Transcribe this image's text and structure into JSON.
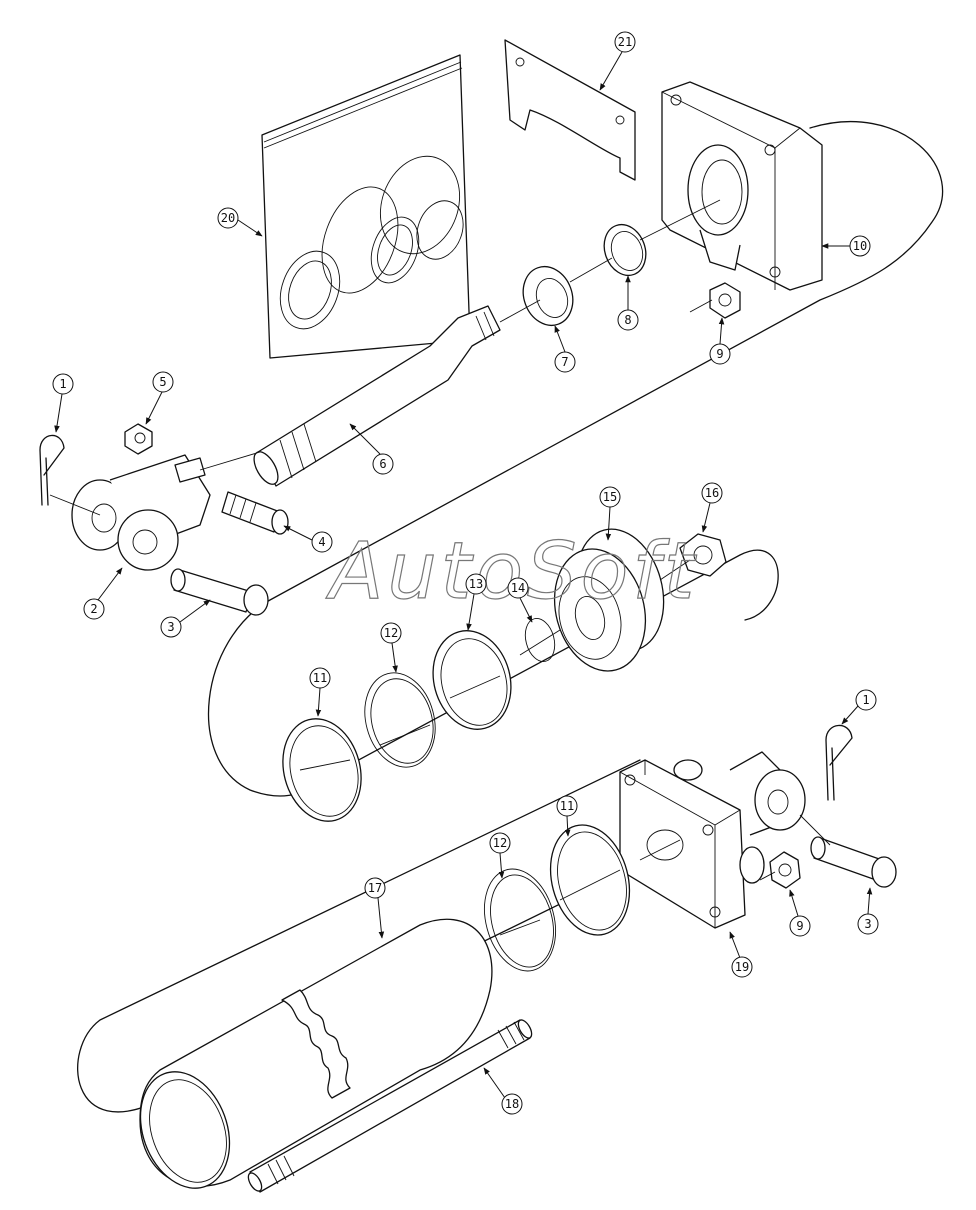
{
  "watermark": "AutoSoft",
  "callouts": [
    "1",
    "2",
    "3",
    "4",
    "5",
    "6",
    "7",
    "8",
    "9",
    "10",
    "11",
    "12",
    "13",
    "14",
    "15",
    "16",
    "17",
    "18",
    "19",
    "20",
    "21"
  ]
}
